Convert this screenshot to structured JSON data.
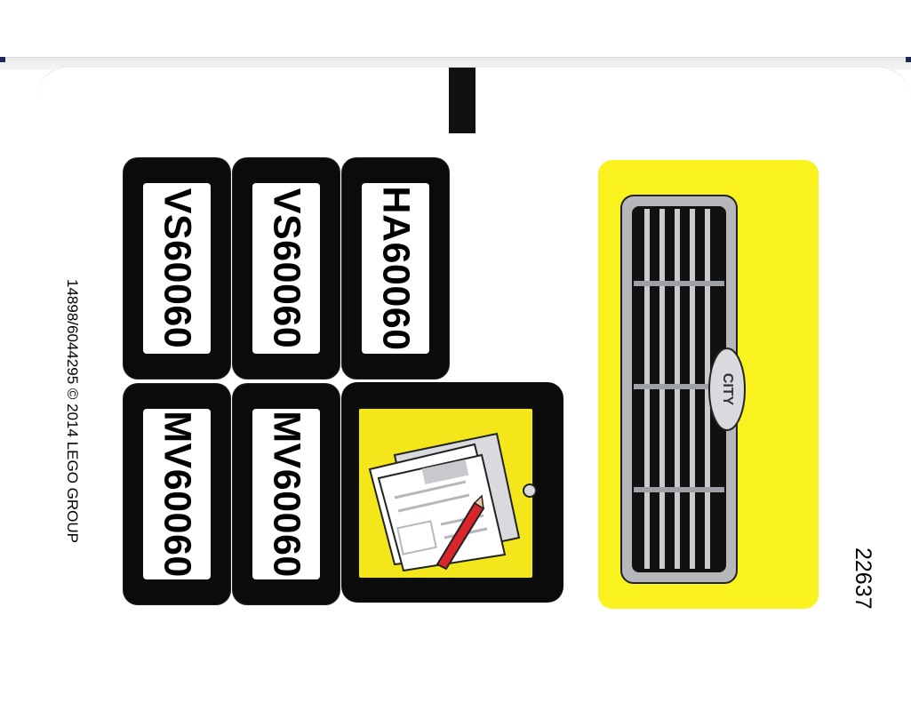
{
  "plates": [
    {
      "id": "vs1",
      "text": "VS60060"
    },
    {
      "id": "vs2",
      "text": "VS60060"
    },
    {
      "id": "ha",
      "text": "HA60060"
    },
    {
      "id": "mv1",
      "text": "MV60060"
    },
    {
      "id": "mv2",
      "text": "MV60060"
    }
  ],
  "copyright": "14898/6044295 © 2014 LEGO GROUP",
  "sheet_number": "22637",
  "grille_logo": "CITY",
  "colors": {
    "yellow": "#f9f21e",
    "black": "#0b0b0b",
    "pen_red": "#d8262b",
    "clip_grey": "#b5b7bb"
  }
}
